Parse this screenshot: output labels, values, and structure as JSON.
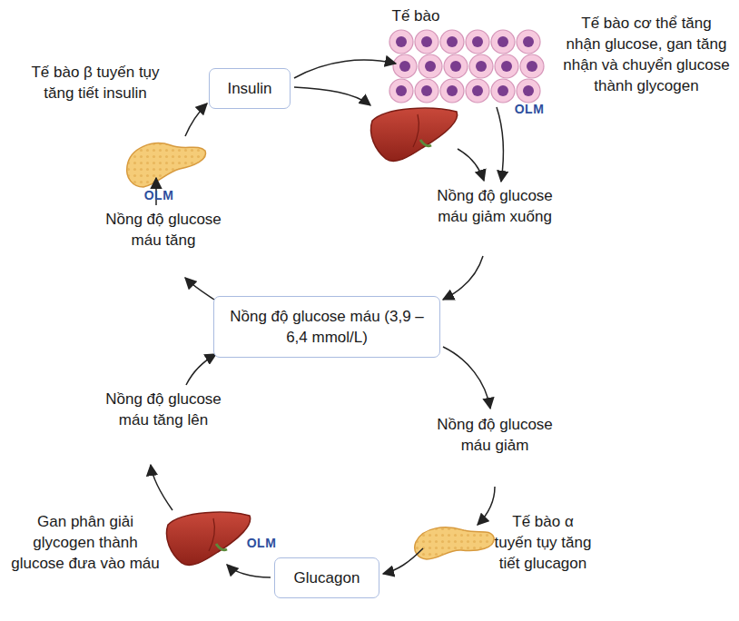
{
  "diagram": {
    "nodes": [
      {
        "text": [
          "Insulin"
        ]
      },
      {
        "text": [
          "Nồng độ glucose máu (3,9 – 6,4 mmol/L)"
        ]
      },
      {
        "text": [
          "Glucagon"
        ]
      }
    ],
    "labels": [
      "Tế bào",
      "Tế bào cơ thể tăng nhận glucose, gan tăng nhận và chuyển glucose thành glycogen",
      "Tế bào β tuyến tụy tăng tiết insulin",
      "Nồng độ glucose máu giảm xuống",
      "Nồng độ glucose máu tăng",
      "Nồng độ glucose máu tăng lên",
      "Nồng độ glucose máu giảm",
      "Gan phân giải glycogen thành glucose đưa vào máu",
      "Tế bào α tuyến tụy tăng tiết glucagon",
      "OLM",
      "OLM",
      "OLM"
    ]
  }
}
